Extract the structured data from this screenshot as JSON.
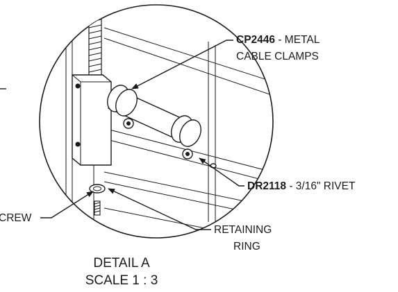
{
  "callouts": {
    "cable_clamp": {
      "part_number": "CP2446",
      "desc_line1": " - METAL",
      "desc_line2": "CABLE CLAMPS"
    },
    "rivet": {
      "part_number": "DR2118",
      "desc": " - 3/16\" RIVET"
    },
    "screw": {
      "text": "CREW"
    },
    "retaining_ring": {
      "line1": "RETAINING",
      "line2": "RING"
    }
  },
  "caption": {
    "title": "DETAIL A",
    "scale": "SCALE 1 : 3"
  }
}
